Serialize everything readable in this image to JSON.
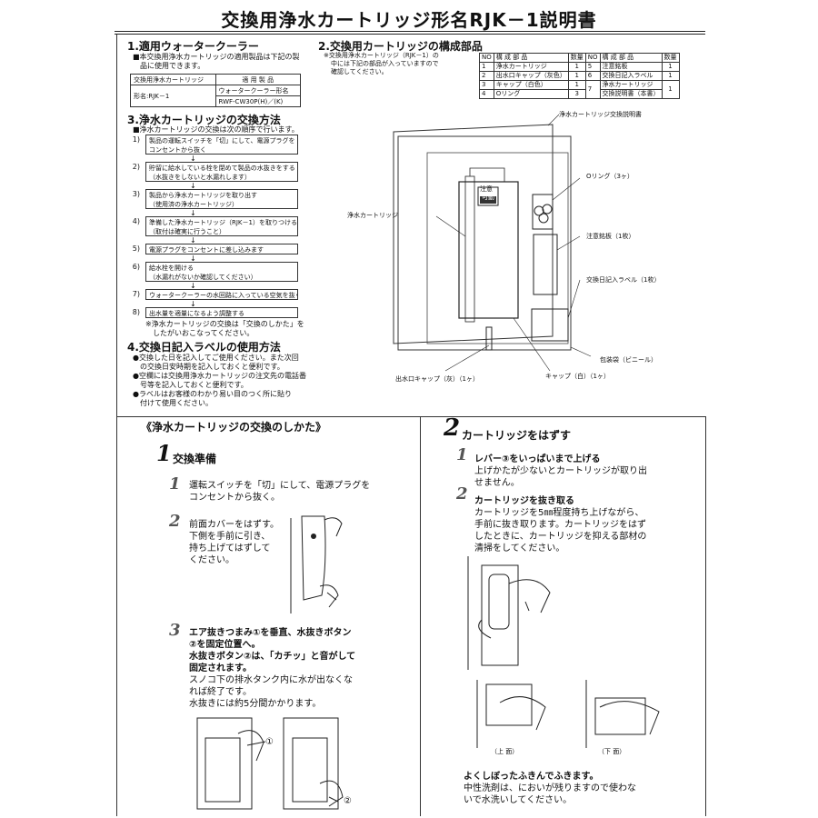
{
  "title": "交換用浄水カートリッジ形名RJK－1説明書",
  "s1": {
    "heading": "1.適用ウォータークーラー",
    "note1": "■本交換用浄水カートリッジの適用製品は下記の製",
    "note2": "品に使用できます。",
    "col1": "交換用浄水カートリッジ",
    "col2": "適 用 製 品",
    "model": "形名:RJK－1",
    "prod1": "ウォータークーラー形名",
    "prod2": "RWF-CW30P(H)／(K)"
  },
  "s3": {
    "heading": "3.浄水カートリッジの交換方法",
    "note": "■浄水カートリッジの交換は次の順序で行います。",
    "steps": [
      {
        "no": "1)",
        "text": "製品の運転スイッチを「切」にして、電源プラグを"
      },
      {
        "no": "",
        "text": "コンセントから抜く"
      },
      {
        "no": "2)",
        "text": "貯留に給水している栓を閉めて製品の水抜きをする"
      },
      {
        "no": "",
        "text": "（水抜きをしないと水漏れします）"
      },
      {
        "no": "3)",
        "text": "製品から浄水カートリッジを取り出す"
      },
      {
        "no": "",
        "text": "（使用済の浄水カートリッジ）"
      },
      {
        "no": "4)",
        "text": "準備した浄水カートリッジ（RJK－1）を取りつける"
      },
      {
        "no": "",
        "text": "（取付は確実に行うこと）"
      },
      {
        "no": "5)",
        "text": "電源プラグをコンセントに差し込みます"
      },
      {
        "no": "6)",
        "text": "給水栓を開ける"
      },
      {
        "no": "",
        "text": "（水漏れがないか確認してください）"
      },
      {
        "no": "7)",
        "text": "ウォータークーラーの水回路に入っている空気を抜く"
      },
      {
        "no": "8)",
        "text": "出水量を適量になるよう調整する"
      }
    ],
    "footnote1": "※浄水カートリッジの交換は「交換のしかた」を",
    "footnote2": "したがいおこなってください。"
  },
  "s4": {
    "heading": "4.交換日記入ラベルの使用方法",
    "lines": [
      "●交換した日を記入してご使用ください。また次回",
      "　の交換日安時期を記入しておくと便利です。",
      "●空欄には交換用浄水カートリッジの注文先の電話番",
      "　号等を記入しておくと便利です。",
      "●ラベルはお客様のわかり易い目のつく所に貼り",
      "　付けて使用ください。"
    ]
  },
  "s2": {
    "heading": "2.交換用カートリッジの構成部品",
    "note1": "※交換用浄水カートリッジ（RJK－1）の",
    "note2": "中には下記の部品が入っていますので",
    "note3": "確認してください。",
    "hdr": [
      "NO",
      "構 成 部 品",
      "数量",
      "NO",
      "構 成 部 品",
      "数量"
    ],
    "rows": [
      [
        "1",
        "浄水カートリッジ",
        "1",
        "5",
        "注意銘板",
        "1"
      ],
      [
        "2",
        "出水口キャップ（灰色）",
        "1",
        "6",
        "交換日記入ラベル",
        "1"
      ],
      [
        "3",
        "キャップ（白色）",
        "1",
        "7",
        "浄水カートリッジ",
        "1"
      ],
      [
        "4",
        "Oリング",
        "3",
        "",
        "交換説明書（本書）",
        ""
      ]
    ],
    "labels": {
      "manual": "浄水カートリッジ交換説明書",
      "oring": "Oリング（3ヶ）",
      "plate": "注意銘板（1枚）",
      "label": "交換日記入ラベル（1枚）",
      "cartridge": "浄水カートリッジ",
      "bag": "包装袋（ビニール）",
      "outlet_cap": "出水口キャップ（灰）（1ヶ）",
      "cap": "キャップ（白）（1ヶ）",
      "warn1": "注意",
      "warn2": "可動"
    }
  },
  "howto": {
    "title": "《浄水カートリッジの交換のしかた》",
    "prep": {
      "no": "1",
      "title": "交換準備"
    },
    "p1": {
      "no": "1",
      "l1": "運転スイッチを「切」にして、電源プラグを",
      "l2": "コンセントから抜く。"
    },
    "p2": {
      "no": "2",
      "l1": "前面カバーをはずす。",
      "l2": "下側を手前に引き、",
      "l3": "持ち上げてはずして",
      "l4": "ください。"
    },
    "p3": {
      "no": "3",
      "l1": "エア抜きつまみ①を垂直、水抜きボタン",
      "l2": "②を固定位置へ。",
      "l3": "水抜きボタン②は、「カチッ」と音がして",
      "l4": "固定されます。",
      "l5": "スノコ下の排水タンク内に水が出なくな",
      "l6": "れば終了です。",
      "l7": "水抜きには約5分間かかります。"
    },
    "c1": "①",
    "c2": "②"
  },
  "remove": {
    "no": "2",
    "title": "カートリッジをはずす",
    "r1": {
      "no": "1",
      "l1": "レバー③をいっぱいまで上げる",
      "l2": "上げかたが少ないとカートリッジが取り出",
      "l3": "せません。"
    },
    "r2": {
      "no": "2",
      "l1": "カートリッジを抜き取る",
      "l2": "カートリッジを5㎜程度持ち上げながら、",
      "l3": "手前に抜き取ります。カートリッジをはず",
      "l4": "したときに、カートリッジを抑える部材の",
      "l5": "清掃をしてください。"
    },
    "top": "（上 面）",
    "bottom": "（下 面）",
    "wipe": "よくしぼったふきんでふきます。",
    "w1": "中性洗剤は、においが残りますので使わな",
    "w2": "いで水洗いしてください。"
  }
}
